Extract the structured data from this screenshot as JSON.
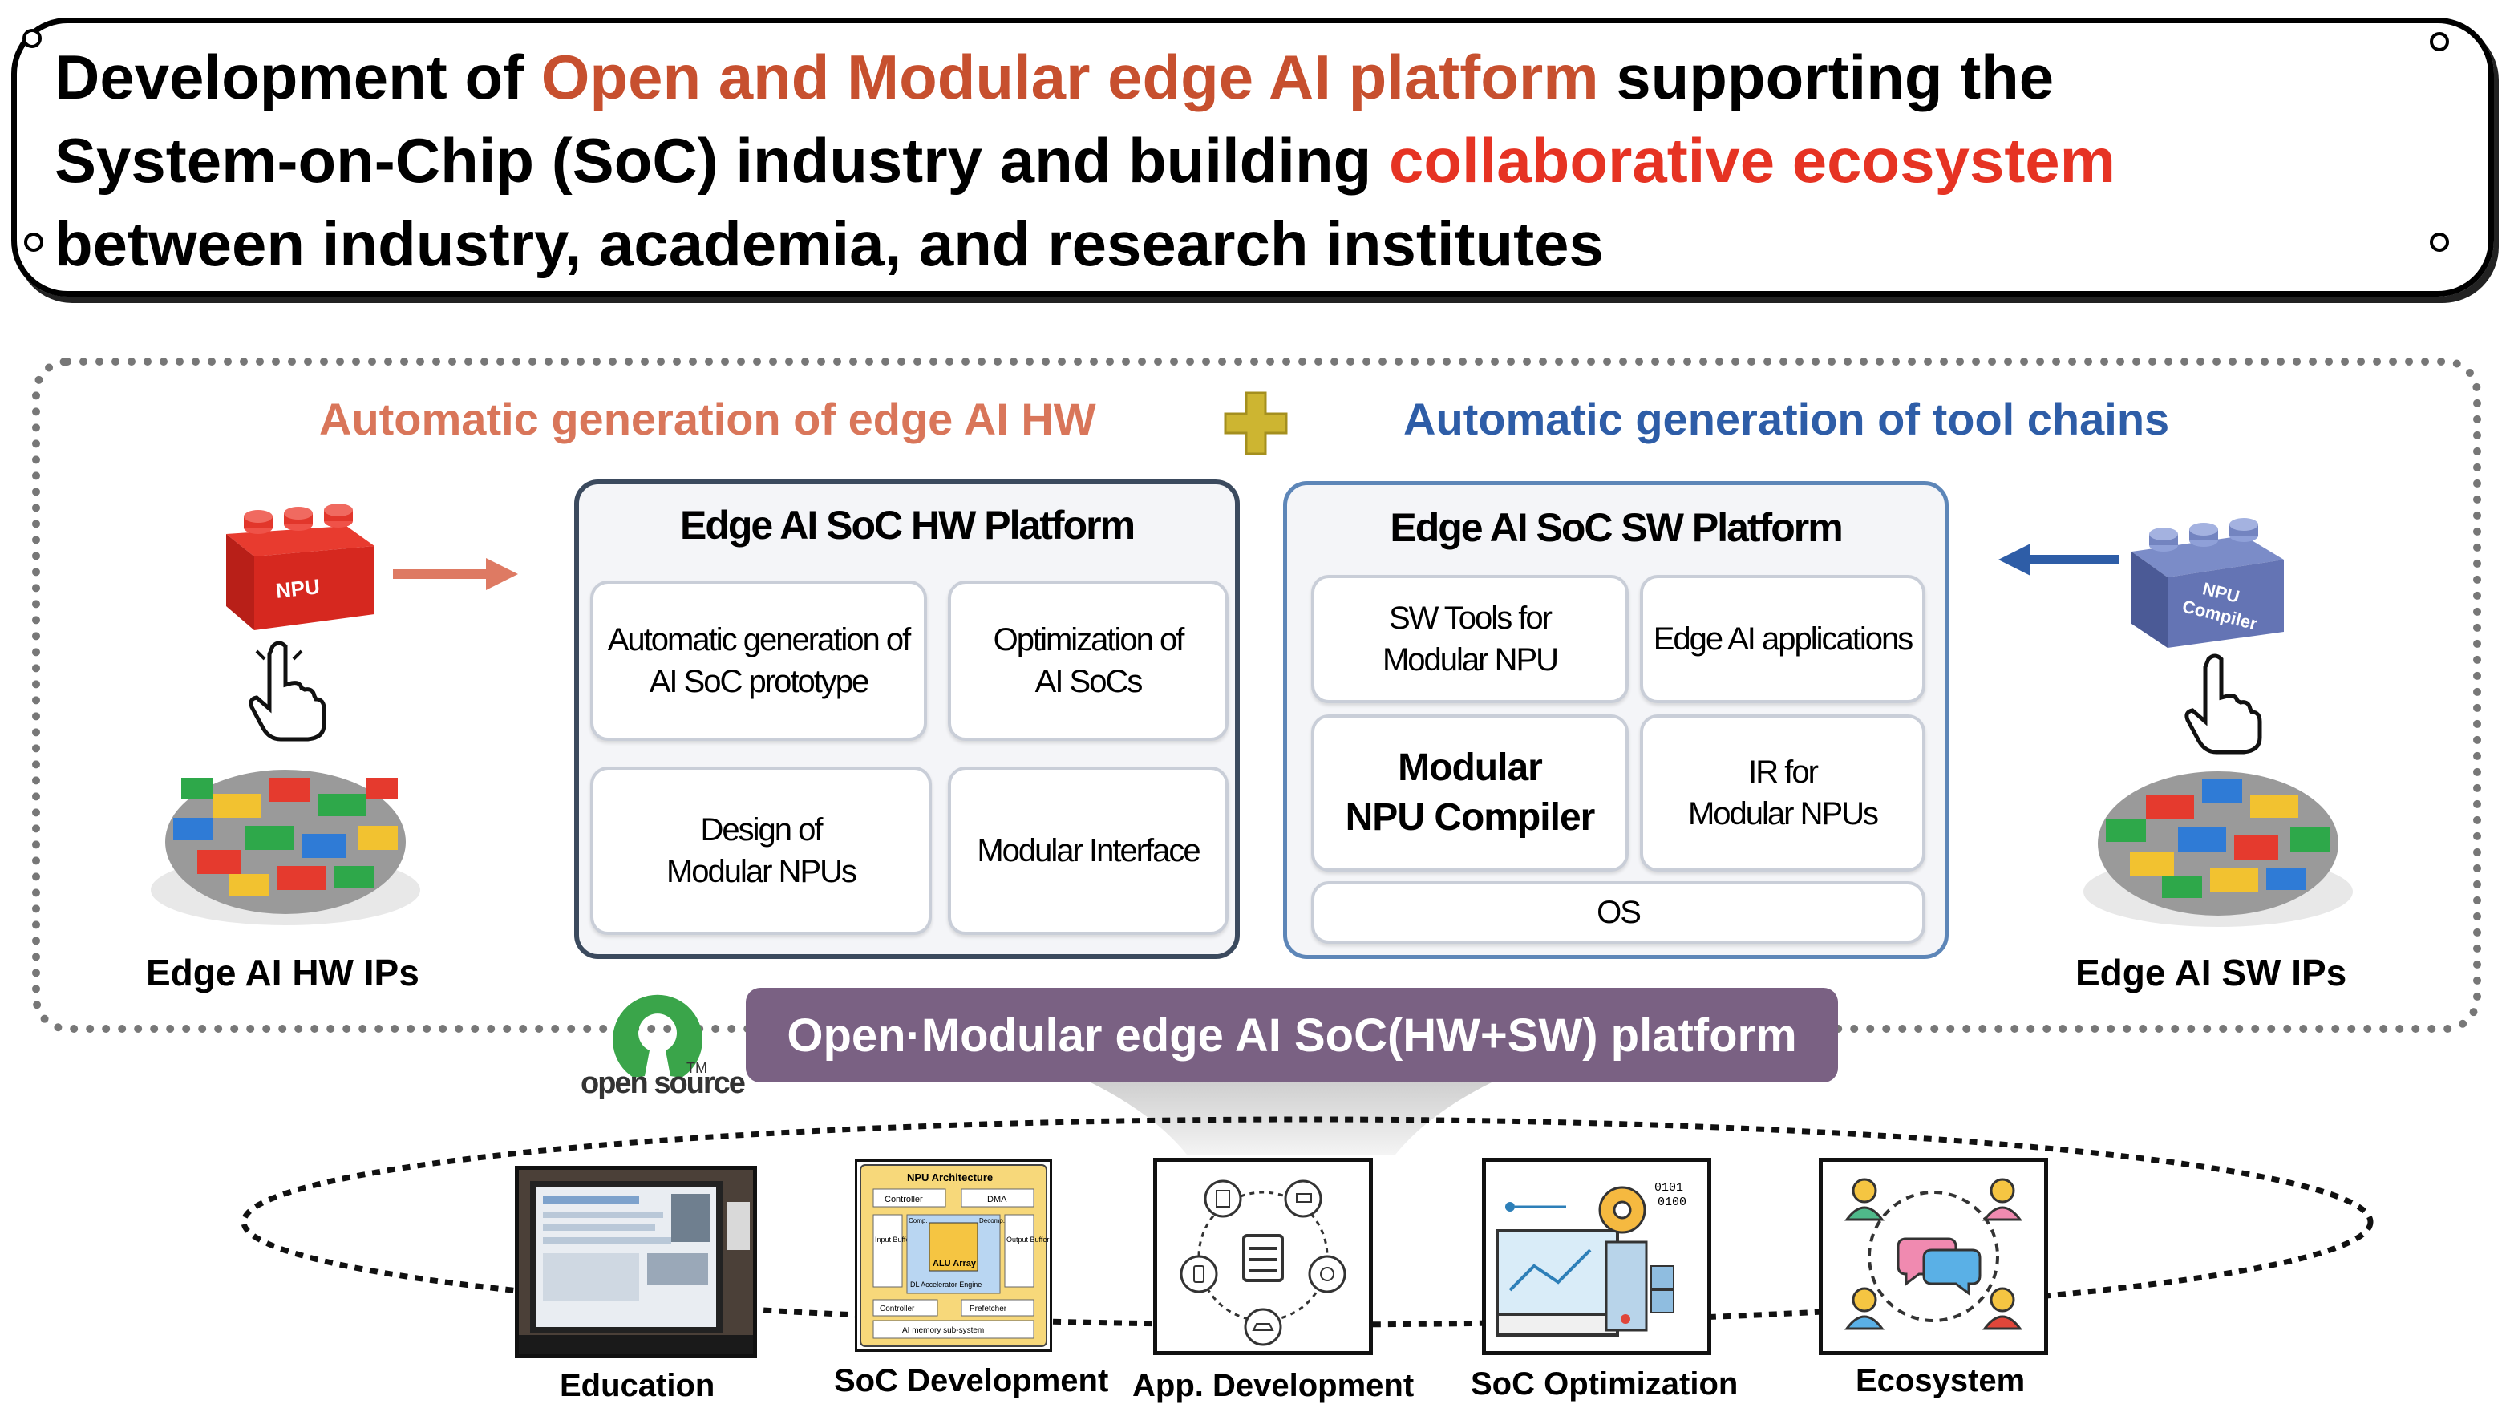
{
  "title": {
    "part1": "Development of ",
    "highlight1": "Open and Modular edge AI platform",
    "part2": " supporting the",
    "line2_part1": "System-on-Chip (SoC) industry and building ",
    "highlight2": "collaborative ecosystem",
    "line3": "between industry, academia, and research institutes"
  },
  "headings": {
    "hw": "Automatic generation of edge AI HW",
    "sw": "Automatic generation of tool chains"
  },
  "hw_platform": {
    "title": "Edge AI SoC HW Platform",
    "cells": [
      "Automatic generation of\nAI SoC prototype",
      "Optimization of\nAI SoCs",
      "Design of\nModular NPUs",
      "Modular Interface"
    ]
  },
  "sw_platform": {
    "title": "Edge AI SoC SW Platform",
    "cells": [
      "SW Tools for\nModular NPU",
      "Edge AI applications",
      "Modular\nNPU Compiler",
      "IR for\nModular NPUs",
      "OS"
    ]
  },
  "ips": {
    "hw_label": "Edge AI HW IPs",
    "sw_label": "Edge AI SW IPs",
    "hw_block_text": "NPU",
    "sw_block_text_1": "NPU",
    "sw_block_text_2": "Compiler"
  },
  "platform_banner": "Open·Modular edge AI SoC(HW+SW) platform",
  "open_source": {
    "label": "open source",
    "tm": "TM"
  },
  "npu_thumb": {
    "title": "NPU Architecture",
    "controller": "Controller",
    "dma": "DMA",
    "input_buffer": "Input Buffer",
    "output_buffer": "Output Buffer",
    "alu": "ALU Array",
    "engine": "DL Accelerator Engine",
    "prefetcher": "Prefetcher",
    "memory": "AI memory sub-system",
    "comp": "Comp.",
    "decomp": "Decomp."
  },
  "applications": [
    {
      "label": "Education",
      "icon": "classroom-photo-icon"
    },
    {
      "label": "SoC Development",
      "icon": "npu-architecture-icon"
    },
    {
      "label": "App. Development",
      "icon": "network-devices-icon"
    },
    {
      "label": "SoC Optimization",
      "icon": "computer-gear-icon"
    },
    {
      "label": "Ecosystem",
      "icon": "community-chat-icon"
    }
  ],
  "binary_text_1": "0101",
  "binary_text_2": "0100",
  "colors": {
    "orange_highlight": "#c7502f",
    "red_highlight": "#e63323",
    "hw_heading": "#d9765a",
    "sw_heading": "#2e5da7",
    "banner_purple": "#7a6183",
    "plus_yellow": "#cdb531"
  }
}
